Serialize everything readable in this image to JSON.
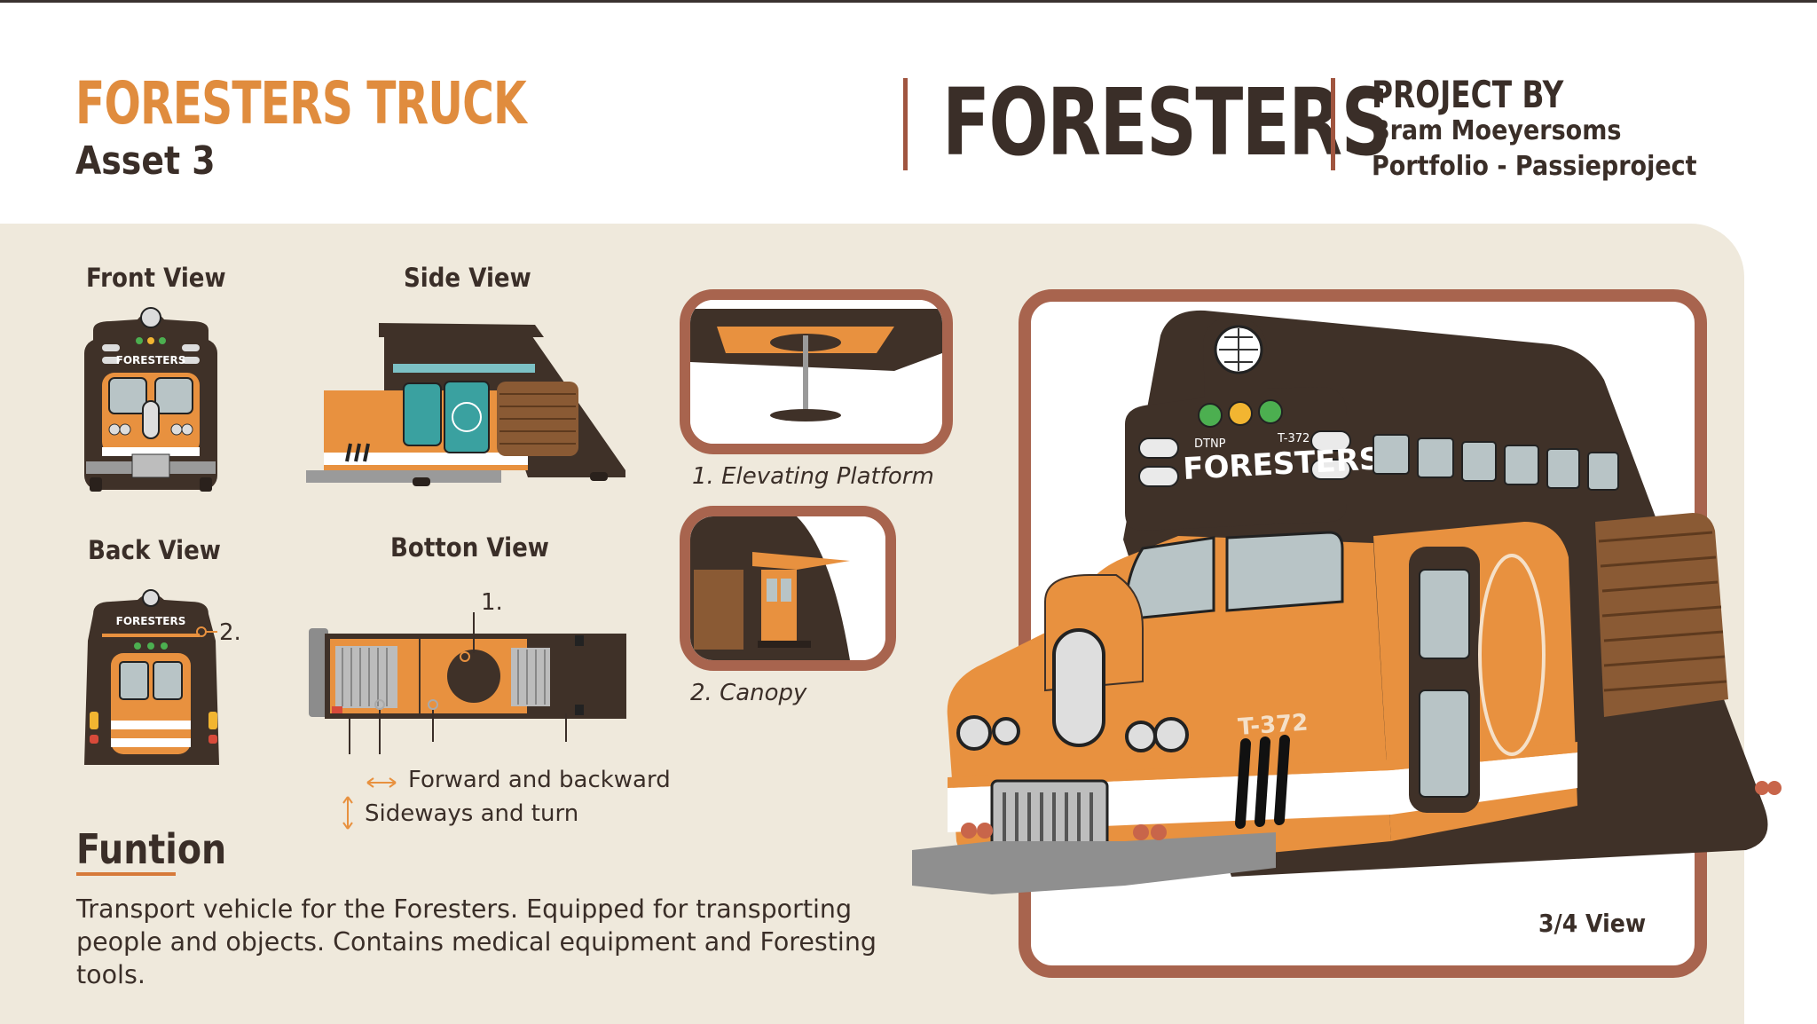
{
  "header": {
    "title": "FORESTERS TRUCK",
    "subtitle": "Asset 3",
    "brand": "FORESTERS",
    "project_by": "PROJECT BY",
    "author": "Bram Moeyersoms",
    "portfolio": "Portfolio - Passieproject"
  },
  "views": {
    "front": "Front View",
    "side": "Side View",
    "back": "Back View",
    "bottom": "Botton View",
    "three_quarter": "3/4 View"
  },
  "details": {
    "elevating_platform": "1. Elevating Platform",
    "canopy": "2. Canopy"
  },
  "markers": {
    "one": "1.",
    "two": "2."
  },
  "legend": {
    "forward": "Forward and backward",
    "sideways": "Sideways and turn"
  },
  "function": {
    "heading": "Funtion",
    "description": "Transport vehicle for the Foresters. Equipped for transporting people and objects. Contains medical equipment and Foresting tools."
  },
  "truck": {
    "logo_text": "FORESTERS",
    "left_tag": "DTNP",
    "right_tag": "T-372",
    "number": "T-372"
  },
  "colors": {
    "orange": "#e8913f",
    "dark_brown": "#3f3128",
    "frame": "#a8644e",
    "panel": "#efe9dc",
    "wood": "#8a5a34"
  }
}
